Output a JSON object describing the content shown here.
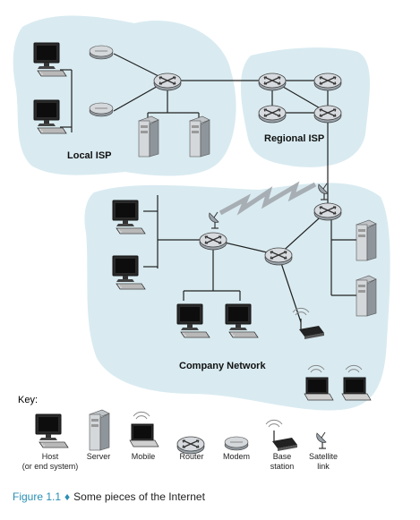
{
  "regions": {
    "local_isp": "Local ISP",
    "regional_isp": "Regional ISP",
    "company_network": "Company Network"
  },
  "key": {
    "title": "Key:",
    "items": [
      {
        "label": "Host\n(or end system)",
        "icon": "host-icon"
      },
      {
        "label": "Server",
        "icon": "server-icon"
      },
      {
        "label": "Mobile",
        "icon": "mobile-icon"
      },
      {
        "label": "Router",
        "icon": "router-icon"
      },
      {
        "label": "Modem",
        "icon": "modem-icon"
      },
      {
        "label": "Base\nstation",
        "icon": "base-station-icon"
      },
      {
        "label": "Satellite\nlink",
        "icon": "satellite-dish-icon"
      }
    ]
  },
  "caption": {
    "figure": "Figure 1.1",
    "separator": "♦",
    "text": "Some pieces of the Internet"
  },
  "colors": {
    "region_fill": "#d9ebf1",
    "caption": "#2a8fb3",
    "router": "#c8cdd2"
  }
}
